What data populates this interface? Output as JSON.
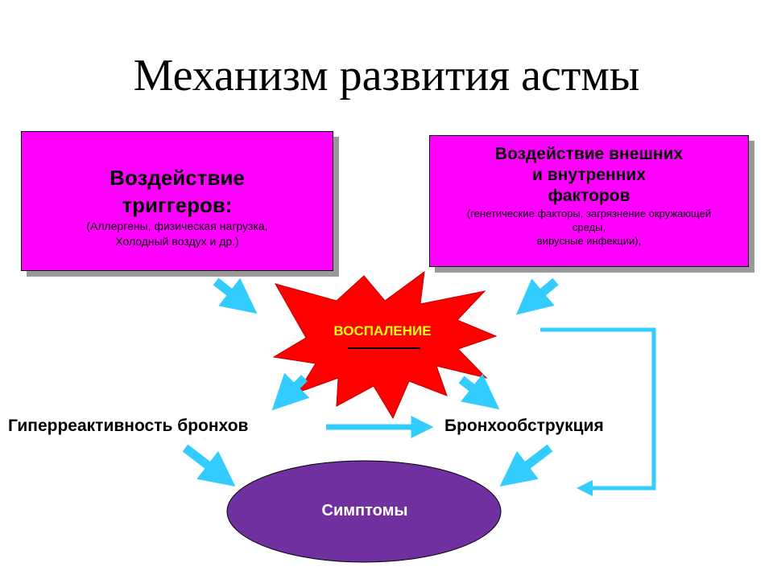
{
  "title": "Механизм развития астмы",
  "triggers_box": {
    "heading_line1": "Воздействие",
    "heading_line2": "триггеров:",
    "detail_line1": "(Аллергены, физическая нагрузка,",
    "detail_line2": "Холодный воздух и др.)"
  },
  "factors_box": {
    "heading_line1": "Воздействие внешних",
    "heading_line2": "и внутренних",
    "heading_line3": "факторов",
    "detail_line1": "(генетические факторы, загрязнение окружающей",
    "detail_line2": "среды,",
    "detail_line3": "вирусные инфекции),"
  },
  "center": {
    "label": "ВОСПАЛЕНИЕ"
  },
  "nodes": {
    "hyperreactivity": "Гиперреактивность бронхов",
    "obstruction": "Бронхообструкция"
  },
  "outcome": {
    "label": "Симптомы"
  },
  "colors": {
    "box_fill": "#ff00ff",
    "burst_fill": "#ff0000",
    "burst_text": "#ffff00",
    "arrow": "#33ccff",
    "ellipse_fill": "#7030a0",
    "box_shadow": "#999999"
  }
}
